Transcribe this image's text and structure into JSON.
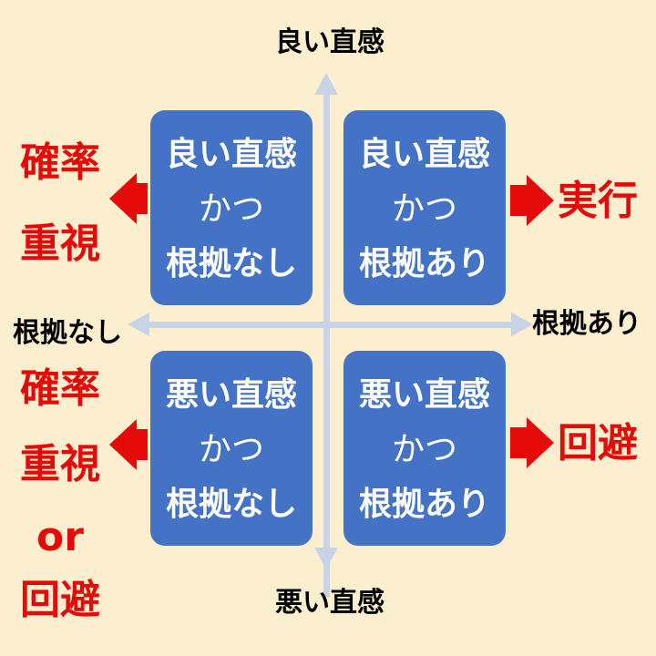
{
  "axes": {
    "top": "良い直感",
    "bottom": "悪い直感",
    "left": "根拠なし",
    "right": "根拠あり"
  },
  "quadrants": {
    "top_left": {
      "line1": "良い直感",
      "line2": "かつ",
      "line3": "根拠なし"
    },
    "top_right": {
      "line1": "良い直感",
      "line2": "かつ",
      "line3": "根拠あり"
    },
    "bottom_left": {
      "line1": "悪い直感",
      "line2": "かつ",
      "line3": "根拠なし"
    },
    "bottom_right": {
      "line1": "悪い直感",
      "line2": "かつ",
      "line3": "根拠あり"
    }
  },
  "actions": {
    "top_left": {
      "line1": "確率",
      "line2": "重視"
    },
    "top_right": {
      "line1": "実行"
    },
    "bottom_left": {
      "line1": "確率",
      "line2": "重視",
      "line3": "or",
      "line4": "回避"
    },
    "bottom_right": {
      "line1": "回避"
    }
  },
  "colors": {
    "background": "#FBEFCF",
    "quadrant_fill": "#4472C4",
    "quadrant_text": "#FFFFFF",
    "axis_line": "#C8D3E8",
    "action_red": "#E50A0A",
    "axis_text": "#000000"
  }
}
